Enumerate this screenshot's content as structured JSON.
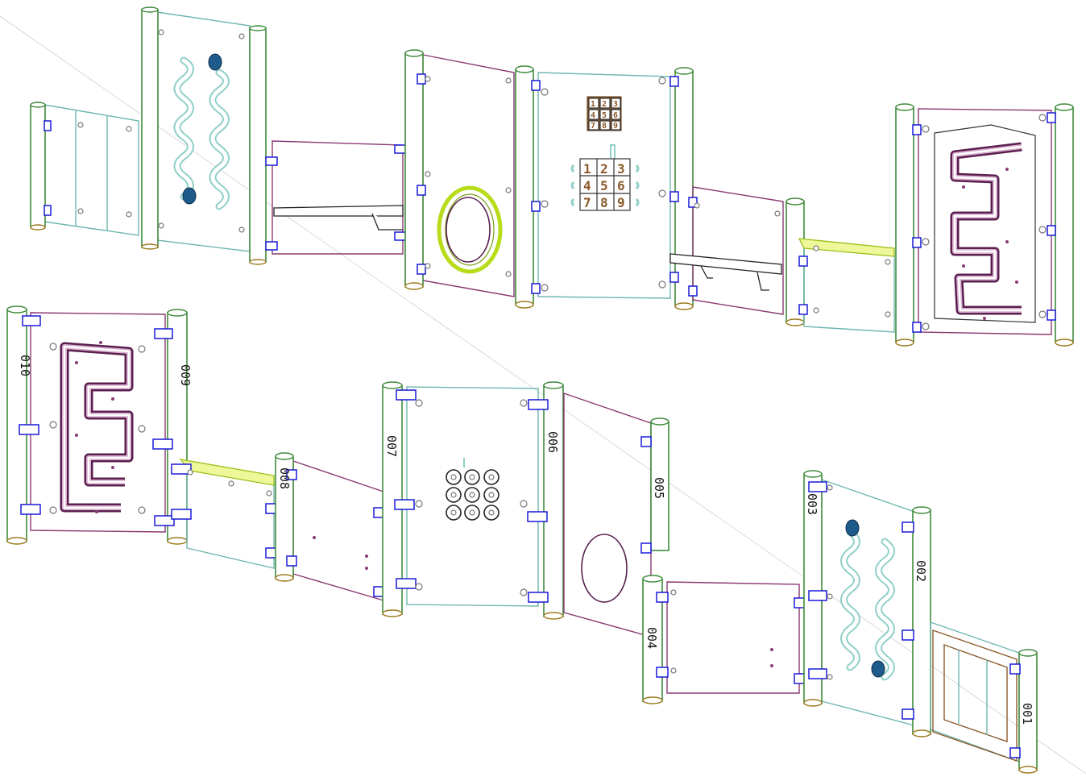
{
  "panel_labels": {
    "p010": "010",
    "p009": "009",
    "p008": "008",
    "p007": "007",
    "p006": "006",
    "p005": "005",
    "p004": "004",
    "p003": "003",
    "p002": "002",
    "p001": "001"
  },
  "number_tiles": [
    "1",
    "2",
    "3",
    "4",
    "5",
    "6",
    "7",
    "8",
    "9"
  ],
  "colors": {
    "post_outline": "#3f8a3a",
    "panel_magenta": "#8a3a74",
    "panel_teal": "#6fb6b0",
    "clamp_blue": "#1a1ad8",
    "ring_yellow": "#b8dc1a",
    "tile_brown": "#8b5a2b"
  }
}
